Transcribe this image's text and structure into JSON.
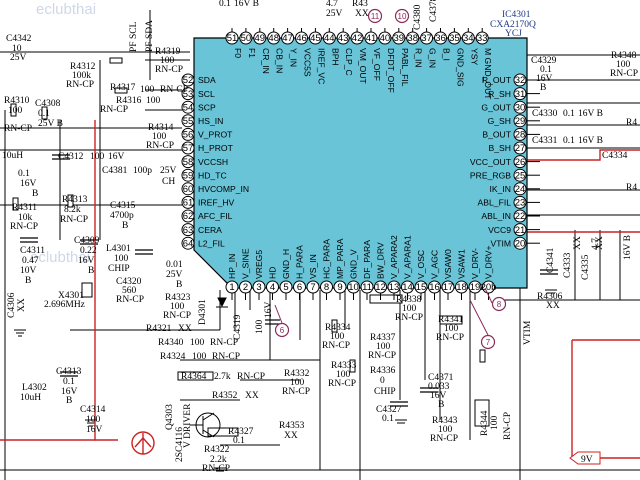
{
  "watermarks": [
    "eclubthai",
    "eclubthai"
  ],
  "chip": {
    "ref": "IC4301",
    "part": "CXA2170Q",
    "suffix": "YCJ",
    "body_color": "#69c4d8",
    "left_pins": [
      {
        "num": "52",
        "name": "SDA"
      },
      {
        "num": "53",
        "name": "SCL"
      },
      {
        "num": "54",
        "name": "SCP"
      },
      {
        "num": "55",
        "name": "HS_IN"
      },
      {
        "num": "56",
        "name": "V_PROT"
      },
      {
        "num": "57",
        "name": "H_PROT"
      },
      {
        "num": "58",
        "name": "VCCSH"
      },
      {
        "num": "59",
        "name": "HD_TC"
      },
      {
        "num": "60",
        "name": "HVCOMP_IN"
      },
      {
        "num": "61",
        "name": "IREF_HV"
      },
      {
        "num": "62",
        "name": "AFC_FIL"
      },
      {
        "num": "63",
        "name": "CERA"
      },
      {
        "num": "64",
        "name": "L2_FIL"
      }
    ],
    "right_pins": [
      {
        "num": "32",
        "name": "R_OUT"
      },
      {
        "num": "31",
        "name": "R_SH"
      },
      {
        "num": "30",
        "name": "G_OUT"
      },
      {
        "num": "29",
        "name": "G_SH"
      },
      {
        "num": "28",
        "name": "B_OUT"
      },
      {
        "num": "27",
        "name": "B_SH"
      },
      {
        "num": "26",
        "name": "VCC_OUT"
      },
      {
        "num": "25",
        "name": "PRE_RGB"
      },
      {
        "num": "24",
        "name": "IK_IN"
      },
      {
        "num": "23",
        "name": "ABL_FIL"
      },
      {
        "num": "22",
        "name": "ABL_IN"
      },
      {
        "num": "21",
        "name": "VCC9"
      },
      {
        "num": "20",
        "name": "VTIM"
      }
    ],
    "top_pins": [
      {
        "num": "51",
        "name": "F0"
      },
      {
        "num": "50",
        "name": "F1"
      },
      {
        "num": "49",
        "name": "CR_IN"
      },
      {
        "num": "48",
        "name": "CB_IN"
      },
      {
        "num": "47",
        "name": "Y_IN"
      },
      {
        "num": "46",
        "name": "VCC5S"
      },
      {
        "num": "45",
        "name": "IREF_VC"
      },
      {
        "num": "44",
        "name": "BPH"
      },
      {
        "num": "43",
        "name": "CLP_C"
      },
      {
        "num": "42",
        "name": "VM_OUT"
      },
      {
        "num": "41",
        "name": "VF_OFF"
      },
      {
        "num": "40",
        "name": "DFDT_OFF"
      },
      {
        "num": "39",
        "name": "PABL_FIL"
      },
      {
        "num": "38",
        "name": "R_IN"
      },
      {
        "num": "37",
        "name": "G_IN"
      },
      {
        "num": "36",
        "name": "B_I"
      },
      {
        "num": "35",
        "name": "GND_SIG"
      },
      {
        "num": "34",
        "name": "YSY"
      },
      {
        "num": "33",
        "name": "M GND_OUT"
      }
    ],
    "bottom_pins": [
      {
        "num": "1",
        "name": "HP_IN"
      },
      {
        "num": "2",
        "name": "V_SINE"
      },
      {
        "num": "3",
        "name": "VREG5"
      },
      {
        "num": "4",
        "name": "HD"
      },
      {
        "num": "5",
        "name": "GND_H"
      },
      {
        "num": "6",
        "name": "H_PARA"
      },
      {
        "num": "7",
        "name": "VS_IN"
      },
      {
        "num": "8",
        "name": "HC_PARA"
      },
      {
        "num": "9",
        "name": "MP_PARA"
      },
      {
        "num": "10",
        "name": "GND_V"
      },
      {
        "num": "11",
        "name": "DF_PARA"
      },
      {
        "num": "12",
        "name": "BW_DRV"
      },
      {
        "num": "13",
        "name": "V_APARA2"
      },
      {
        "num": "14",
        "name": "V_APARA1"
      },
      {
        "num": "15",
        "name": "V_OSC"
      },
      {
        "num": "16",
        "name": "V_AGC"
      },
      {
        "num": "17",
        "name": "VSAW0"
      },
      {
        "num": "18",
        "name": "VSAW1"
      },
      {
        "num": "19",
        "name": "V_DRV-"
      },
      {
        "num": "20b",
        "name": "V_DRV+"
      }
    ]
  },
  "markers": [
    "6",
    "7",
    "8",
    "9",
    "10",
    "11"
  ],
  "supply_label": "9V",
  "supply_color": "#cc2222",
  "caution_color": "#cc2222",
  "trace_color": "#cc2222",
  "components": {
    "c4342": "C4342",
    "c4342_val": "10",
    "c4342_v": "25V",
    "pf_scl": "PF SCL",
    "pf_sda": "PF SDA",
    "r4319": "R4319",
    "r4319_val": "100",
    "r4319_t": "RN-CP",
    "r4312": "R4312",
    "r4312_val": "100k",
    "r4312_t": "RN-CP",
    "r4317": "R4317",
    "r4317_val": "100",
    "r4316": "R4316",
    "r4316_val": "100",
    "rn_cp_a": "RN-CP",
    "rn_cp_b": "RN-CP",
    "r4310": "R4310",
    "r4310_val": "100",
    "r4310_t": "RN-CP",
    "c4308": "C4308",
    "c4308_val": "0.1",
    "c4308_v": "25V B",
    "r4314": "R4314",
    "r4314_val": "100",
    "r4314_t": "RN-CP",
    "l_10uh": "10uH",
    "c4312": "C4312",
    "c4312_val": "100",
    "c4312_v": "16V",
    "c4381": "C4381",
    "c4381_val": "100p",
    "c4381_v": "25V",
    "ch": "CH",
    "c_16v": "16V",
    "c_01": "0.1",
    "c_b": "B",
    "r4313": "R4313",
    "r4313_val": "8.2k",
    "r4313_t": "RN-CP",
    "r4311": "R4311",
    "r4311_val": "10k",
    "r4311_t": "RN-CP",
    "c4315": "C4315",
    "c4315_val": "4700p",
    "c4315_t": "B",
    "c4311": "C4311",
    "c4311_val": "0.47",
    "c4311_v": "10V",
    "c4311_t": "B",
    "c4309": "C4309",
    "c4309_val": "0.22",
    "c4309_v": "16V",
    "c4309_t": "B",
    "l4301": "L4301",
    "l4301_val": "100",
    "l4301_t": "CHIP",
    "c4320": "C4320",
    "c4320_val": "560",
    "c4320_t": "RN-CP",
    "c_01b": "0.01",
    "c_25v": "25V",
    "c_bb": "B",
    "c4306": "C4306",
    "c4306_val": "XX",
    "x4301": "X4301",
    "x4301_val": "2.696MHz",
    "r4323": "R4323",
    "r4323_val": "100",
    "r4323_t": "RN-CP",
    "d4301": "D4301",
    "r4321": "R4321",
    "r4321_val": "XX",
    "c4319": "C4319",
    "c4319_val": "100",
    "c4319_v": "16V",
    "r4340": "R4340",
    "r4340_val": "100",
    "r4340_t": "RN-CP",
    "r4324": "R4324",
    "r4324_val": "100",
    "r4324_t": "RN-CP",
    "r4364": "R4364",
    "r4364_val": "2.7k",
    "r4364_t": "RN-CP",
    "r4352": "R4352",
    "r4352_val": "XX",
    "r4332": "R4332",
    "r4332_val": "100",
    "r4332_t": "RN-CP",
    "c4313": "C4313",
    "c4313_val": "0.1",
    "c4313_v": "16V",
    "c4313_t": "B",
    "l4302": "L4302",
    "l4302_val": "10uH",
    "c4314": "C4314",
    "c4314_val": "100",
    "c4314_v": "16V",
    "q4303": "Q4303",
    "q4303_t": "2SC4116",
    "v_driver": "V DRIVER",
    "r4327": "R4327",
    "r4327_val": "0.1",
    "r4353": "R4353",
    "r4353_val": "XX",
    "r4322": "R4322",
    "r4322_val": "2.2k",
    "r4322_t": "RN-CP",
    "r4334": "R4334",
    "r4334_val": "100",
    "r4334_t": "RN-CP",
    "r4333": "R4333",
    "r4333_val": "100",
    "r4333_t": "RN-CP",
    "r4337": "R4337",
    "r4337_val": "100",
    "r4337_t": "RN-CP",
    "r4338": "R4338",
    "r4338_val": "100",
    "r4338_t": "RN-CP",
    "r4341": "R4341",
    "r4341_val": "100",
    "r4341_t": "RN-CP",
    "r4336": "R4336",
    "r4336_val": "0",
    "r4336_t": "CHIP",
    "c4327": "C4327",
    "c4327_val": "0.1",
    "c4371": "C4371",
    "c4371_val": "0.033",
    "c4371_v": "16V",
    "c4371_t": "B",
    "r4343": "R4343",
    "r4343_val": "100",
    "r4343_t": "RN-CP",
    "r4344": "R4344",
    "r4344_val": "100",
    "r4344_t": "RN-CP",
    "r4306": "R4306",
    "r4306_val": "XX",
    "vtim": "VTIM",
    "c4341": "C4341",
    "c4341_val": "XX",
    "c4335": "C4335",
    "c4335_val": "XX",
    "c4333": "C4333",
    "c4333_val": "4.7",
    "c_16v_b": "16V B",
    "c4329": "C4329",
    "c4329_val": "0.1",
    "c4329_v": "16V",
    "c4329_t": "B",
    "c4330": "C4330",
    "c4330_val": "0.1",
    "c4330_v": "16V B",
    "c4331": "C4331",
    "c4331_val": "0.1",
    "c4331_v": "16V B",
    "c4334": "C4334",
    "c4380": "C4380",
    "c4378": "C4378",
    "r4348": "R4348",
    "r4348_val": "100",
    "r4348_t": "RN-CP",
    "r4_a": "R4",
    "r4_b": "R4",
    "top_val": "0.1",
    "top_v": "16V B",
    "top_val2": "4.7",
    "top_v2": "25V",
    "top_r": "R43",
    "top_r2": "XX"
  }
}
